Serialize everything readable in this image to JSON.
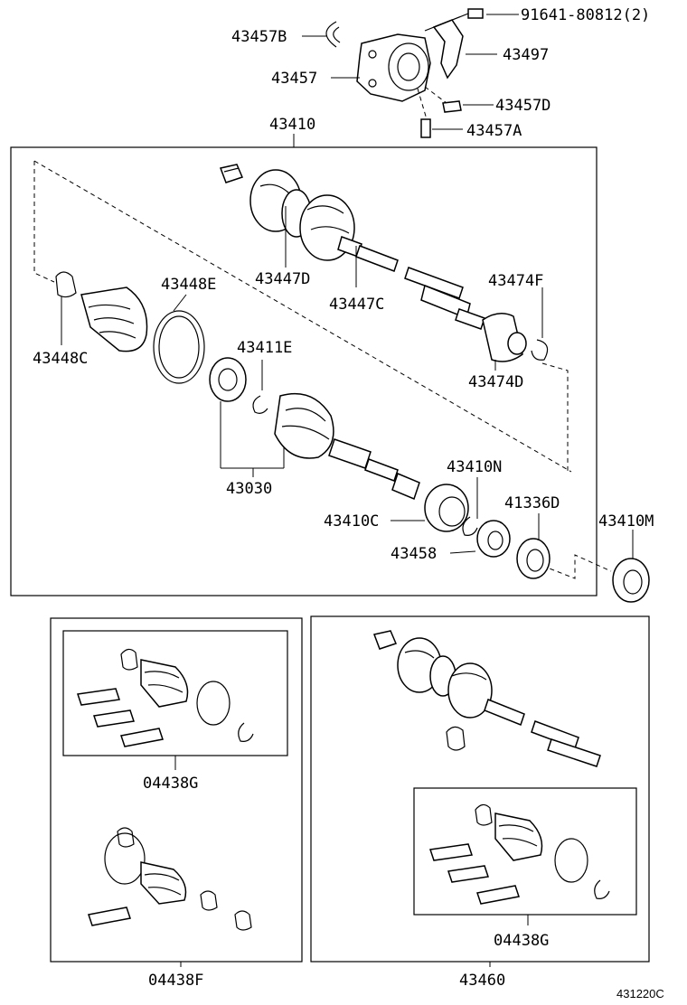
{
  "labels": {
    "p91641": "91641-80812(2)",
    "p43457B": "43457B",
    "p43497": "43497",
    "p43457": "43457",
    "p43457D": "43457D",
    "p43457A": "43457A",
    "p43410": "43410",
    "p43447D": "43447D",
    "p43447C": "43447C",
    "p43474F": "43474F",
    "p43448E": "43448E",
    "p43448C": "43448C",
    "p43411E": "43411E",
    "p43474D": "43474D",
    "p43030": "43030",
    "p43410N": "43410N",
    "p43410C": "43410C",
    "p41336D": "41336D",
    "p43410M": "43410M",
    "p43458": "43458",
    "p04438G_left": "04438G",
    "p04438F": "04438F",
    "p04438G_right": "04438G",
    "p43460": "43460"
  },
  "diagram_code": "431220C"
}
